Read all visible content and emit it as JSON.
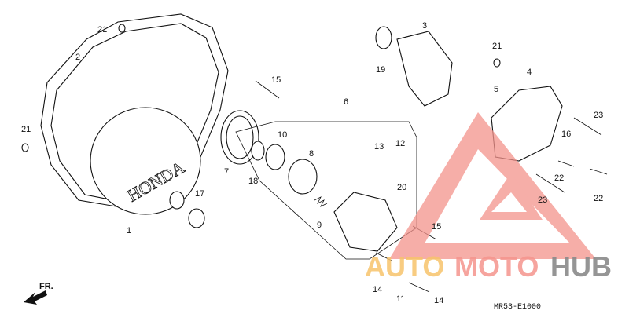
{
  "diagram": {
    "part_labels": [
      "1",
      "2",
      "3",
      "4",
      "5",
      "6",
      "7",
      "8",
      "9",
      "10",
      "11",
      "12",
      "13",
      "14",
      "15",
      "16",
      "17",
      "18",
      "19",
      "20",
      "21",
      "22",
      "23"
    ],
    "cover_brand": "HONDA",
    "direction_marker": "FR.",
    "diagram_code": "MR53-E1000"
  },
  "watermark": {
    "part1": "AUTO",
    "part2": "MOTO",
    "part3": "HUB",
    "colors": {
      "auto": "#f7c36b",
      "moto": "#f4948d",
      "hub": "#8a8a8a",
      "triangle": "#f4938c"
    }
  }
}
